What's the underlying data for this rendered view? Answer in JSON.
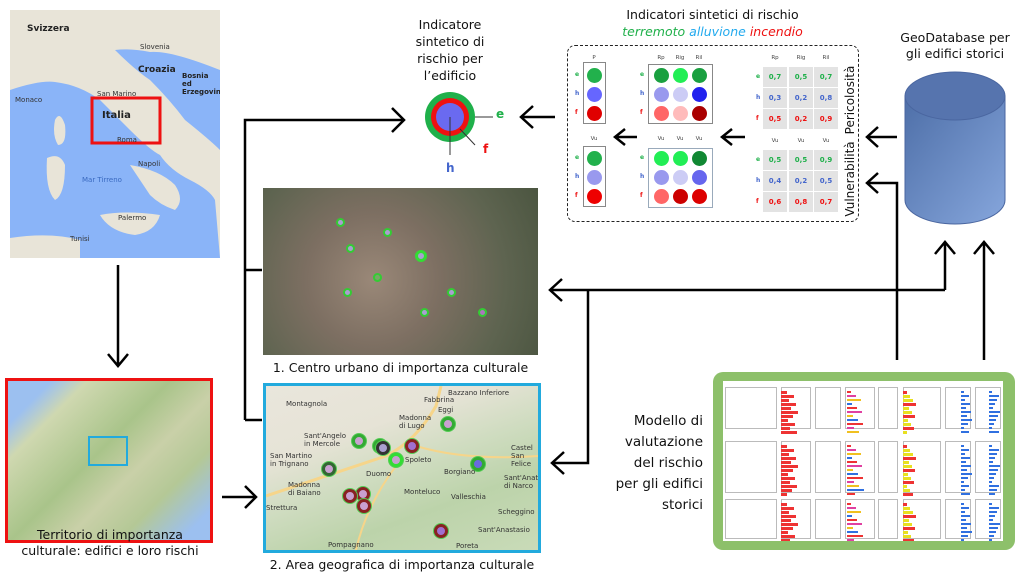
{
  "italy_map": {
    "labels": [
      "Svizzera",
      "Croazia",
      "Bosnia ed Erzegovina",
      "Italia",
      "Monaco",
      "San Marino",
      "Slovenia",
      "Mar Tirreno",
      "Roma",
      "Napoli",
      "Palermo",
      "Tunisi"
    ]
  },
  "territory": {
    "caption_line1": "Territorio di importanza",
    "caption_line2": "culturale: edifici e loro rischi"
  },
  "urban": {
    "caption": "1. Centro urbano di importanza culturale"
  },
  "geo": {
    "caption": "2. Area geografica di importanza culturale",
    "labels": [
      "Fabbrina",
      "Bazzano Inferiore",
      "Eggi",
      "Madonna di Lugo",
      "Sant'Angelo in Mercole",
      "San Martino in Trignano",
      "Spoleto",
      "Duomo",
      "Borgiano",
      "Castel San Felice",
      "Sant'Anatolia di Narco",
      "Madonna di Baiano",
      "Monteluco",
      "Valleschia",
      "Scheggino",
      "Poreta",
      "Strettura",
      "Pompagnano",
      "Montagnola",
      "Sant'Anastasio"
    ]
  },
  "indicator": {
    "title_lines": [
      "Indicatore",
      "sintetico di",
      "rischio per",
      "l’edificio"
    ],
    "label_e": "e",
    "label_f": "f",
    "label_h": "h"
  },
  "indicators_panel": {
    "title": "Indicatori sintetici di rischio",
    "sub_terremoto": "terremoto",
    "sub_alluvione": "alluvione",
    "sub_incendio": "incendio",
    "row_labels": [
      "e",
      "h",
      "f"
    ],
    "p_header": "P",
    "vu_header": "Vu",
    "r_headers": [
      "Rp",
      "Rig",
      "Ril"
    ],
    "vu_headers": [
      "Vu",
      "Vu",
      "Vu"
    ],
    "pericolosita_label": "Pericolosità",
    "vulnerabilita_label": "Vulnerabilità",
    "pericolosita_values": [
      [
        "0,7",
        "0,5",
        "0,7"
      ],
      [
        "0,3",
        "0,2",
        "0,8"
      ],
      [
        "0,5",
        "0,2",
        "0,9"
      ]
    ],
    "vulnerabilita_values": [
      [
        "0,5",
        "0,5",
        "0,9"
      ],
      [
        "0,4",
        "0,2",
        "0,5"
      ],
      [
        "0,6",
        "0,8",
        "0,7"
      ]
    ],
    "p_colors": [
      "#22b14c",
      "#6666ff",
      "#e00000"
    ],
    "vu_colors": [
      "#22b14c",
      "#9999ee",
      "#ee0000"
    ],
    "r_colors": [
      [
        "#1aa040",
        "#22ee55",
        "#1aa040"
      ],
      [
        "#9999ee",
        "#ccccf5",
        "#2222ee"
      ],
      [
        "#ff6666",
        "#ffbbbb",
        "#aa0000"
      ]
    ],
    "vu3_colors": [
      [
        "#22ee55",
        "#22ee55",
        "#118833"
      ],
      [
        "#9999ee",
        "#ccccf5",
        "#6666ee"
      ],
      [
        "#ff6666",
        "#cc0000",
        "#dd0000"
      ]
    ]
  },
  "geodatabase": {
    "title_line1": "GeoDatabase per",
    "title_line2": "gli edifici storici"
  },
  "model": {
    "lines": [
      "Modello di",
      "valutazione",
      "del rischio",
      "per gli edifici",
      "storici"
    ]
  },
  "colors": {
    "terremoto": "#22b14c",
    "alluvione": "#22aaee",
    "incendio": "#ee1111",
    "h": "#4466cc",
    "territory_border": "#ee1111",
    "geo_border": "#22aadd",
    "model_border": "#8dc06a",
    "cylinder": "#5b7fc0"
  }
}
